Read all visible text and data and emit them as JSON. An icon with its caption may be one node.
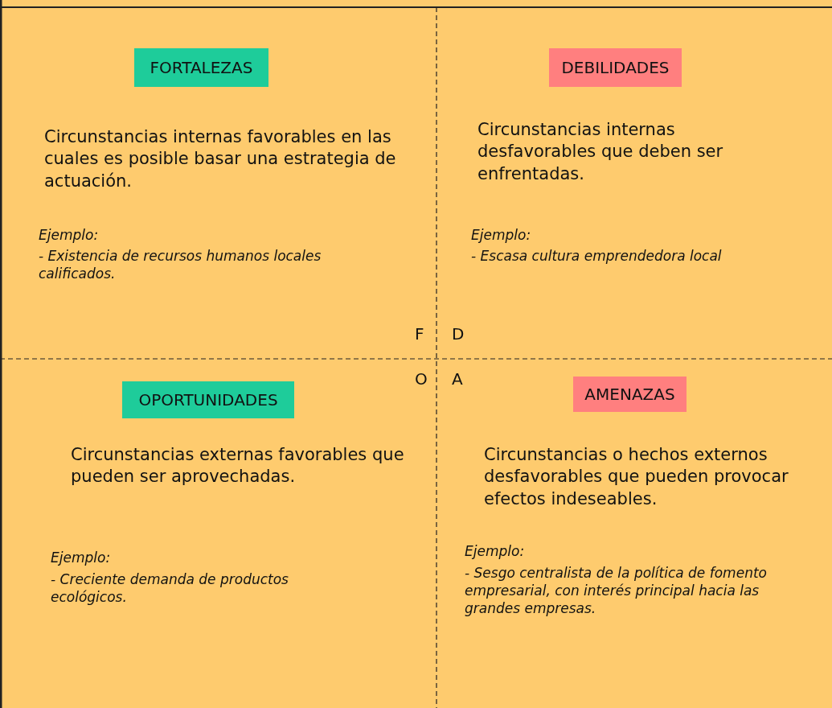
{
  "diagram": {
    "nodes": [
      {
        "text": [
          "FORTALEZAS"
        ]
      },
      {
        "text": [
          "DEBILIDADES"
        ]
      },
      {
        "text": [
          "OPORTUNIDADES"
        ]
      },
      {
        "text": [
          "AMENAZAS"
        ]
      }
    ],
    "labels": [
      "Circunstancias internas favorables en las cuales es posible basar una estrategia de actuación.",
      "Circunstancias internas desfavorables que deben ser enfrentadas.",
      "Ejemplo:",
      "- Existencia de recursos humanos locales calificados.",
      "Ejemplo:",
      "- Escasa cultura emprendedora local",
      "F",
      "D",
      "O",
      "A",
      "Circunstancias externas favorables que pueden ser aprovechadas.",
      "Circunstancias o hechos externos desfavorables que pueden provocar efectos indeseables.",
      "Ejemplo:",
      "- Creciente demanda de productos ecológicos.",
      "Ejemplo:",
      "- Sesgo centralista de la política de fomento empresarial, con interés principal hacia las grandes empresas."
    ]
  }
}
